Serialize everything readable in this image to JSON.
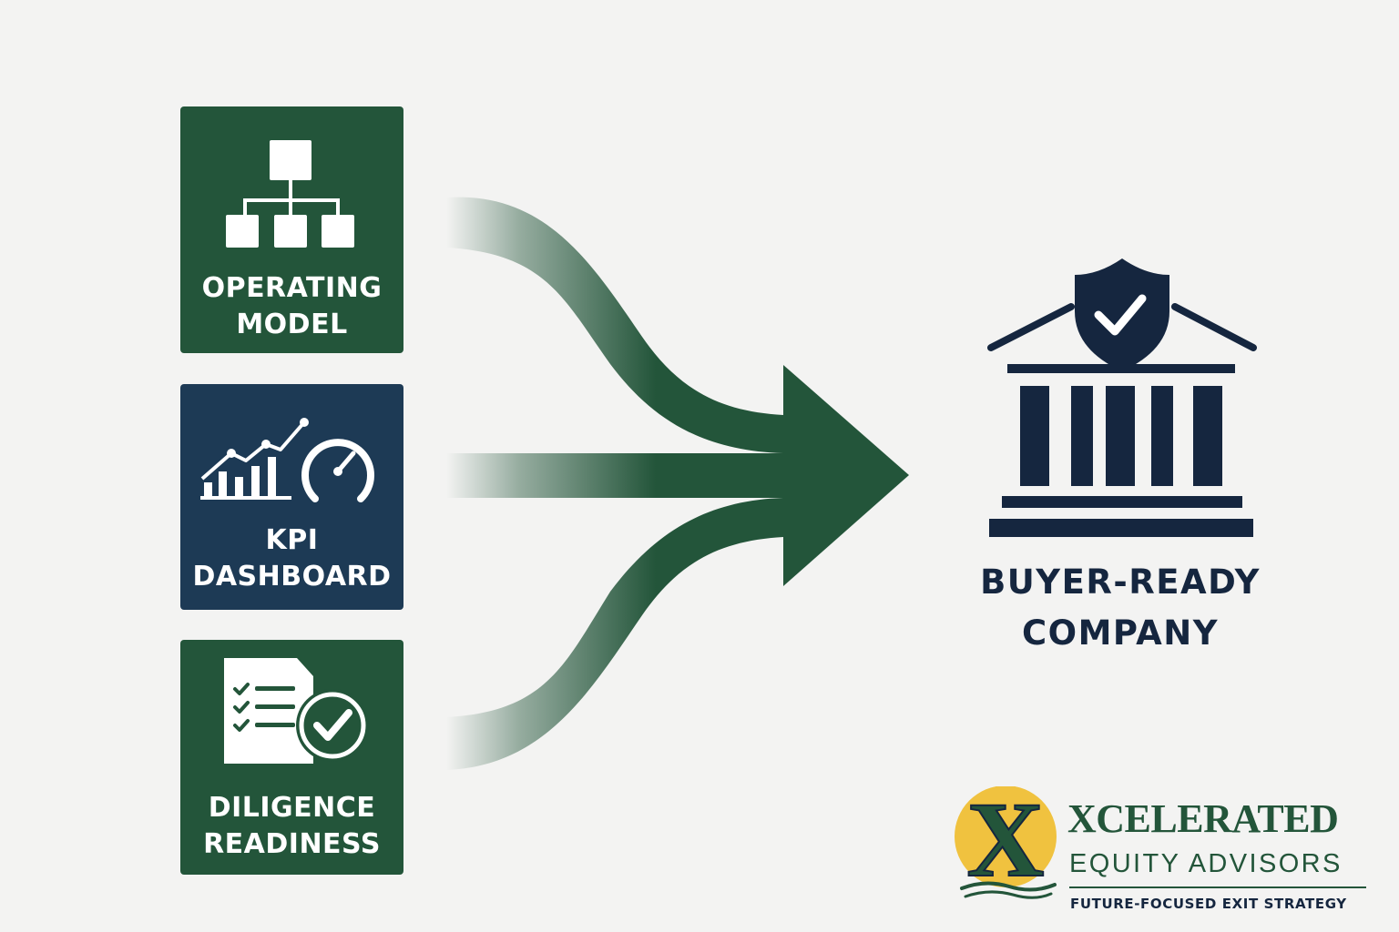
{
  "inputs": [
    {
      "line1": "OPERATING",
      "line2": "MODEL",
      "icon": "org-chart-icon",
      "color": "#23553a"
    },
    {
      "line1": "KPI",
      "line2": "DASHBOARD",
      "icon": "chart-gauge-icon",
      "color": "#1d3a55"
    },
    {
      "line1": "DILIGENCE",
      "line2": "READINESS",
      "icon": "checklist-document-icon",
      "color": "#23553a"
    }
  ],
  "result": {
    "line1": "BUYER-READY",
    "line2": "COMPANY",
    "icon": "bank-shield-check-icon",
    "color": "#15263f"
  },
  "arrow_color": "#23553a",
  "brand": {
    "name": "XCELERATED",
    "subtitle": "EQUITY ADVISORS",
    "tagline": "FUTURE-FOCUSED EXIT STRATEGY",
    "logo_letter": "X",
    "logo_colors": {
      "circle": "#f0c23f",
      "letter": "#23553a"
    }
  }
}
